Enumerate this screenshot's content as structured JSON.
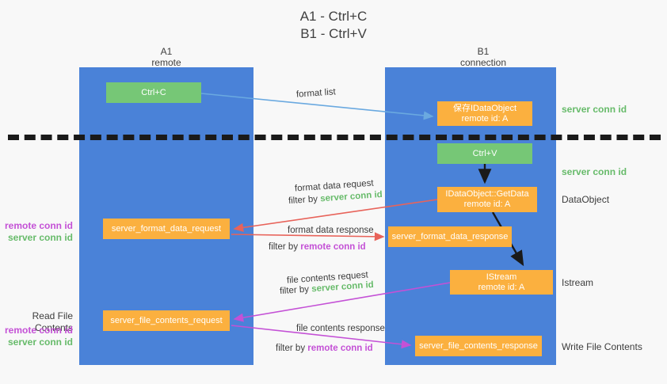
{
  "title": {
    "line1": "A1 - Ctrl+C",
    "line2": "B1 - Ctrl+V"
  },
  "columns": [
    {
      "name": "A1",
      "sub": "remote"
    },
    {
      "name": "B1",
      "sub": "connection"
    }
  ],
  "colors": {
    "lane": "#4a82d8",
    "green_node": "#76c776",
    "orange_node": "#fbb03f",
    "server_conn_id": "#67bb6a",
    "remote_conn_id": "#c451d6",
    "arrow_blue": "#6aa9e0",
    "arrow_red": "#e8635a",
    "arrow_purple": "#c451d6",
    "arrow_black": "#1a1a1a",
    "divider": "#1a1a1a",
    "background": "#f8f8f8"
  },
  "nodes": {
    "ctrl_c": {
      "line1": "Ctrl+C"
    },
    "save_idataobject": {
      "line1": "保存IDataObject",
      "line2": "remote id: A"
    },
    "ctrl_v": {
      "line1": "Ctrl+V"
    },
    "getdata": {
      "line1": "IDataObject::GetData",
      "line2": "remote id: A"
    },
    "server_format_data_request": {
      "line1": "server_format_data_request"
    },
    "server_format_data_response": {
      "line1": "server_format_data_response"
    },
    "istream": {
      "line1": "IStream",
      "line2": "remote id: A"
    },
    "server_file_contents_request": {
      "line1": "server_file_contents_request"
    },
    "server_file_contents_response": {
      "line1": "server_file_contents_response"
    }
  },
  "right_labels": {
    "conn_top": "server conn id",
    "conn_mid": "server conn id",
    "dataobject": "DataObject",
    "istream": "Istream",
    "write_file_contents": "Write File Contents"
  },
  "left_labels": {
    "read_file_contents": "Read File Contents",
    "remote_conn_id": "remote conn id",
    "server_conn_id": "server conn id"
  },
  "edge_labels": {
    "format_list": "format list",
    "format_data_request": "format data request",
    "filter_by": "filter by",
    "server_conn_id": "server conn id",
    "remote_conn_id": "remote conn id",
    "format_data_response": "format data response",
    "file_contents_request": "file contents request",
    "file_contents_response": "file contents response"
  }
}
